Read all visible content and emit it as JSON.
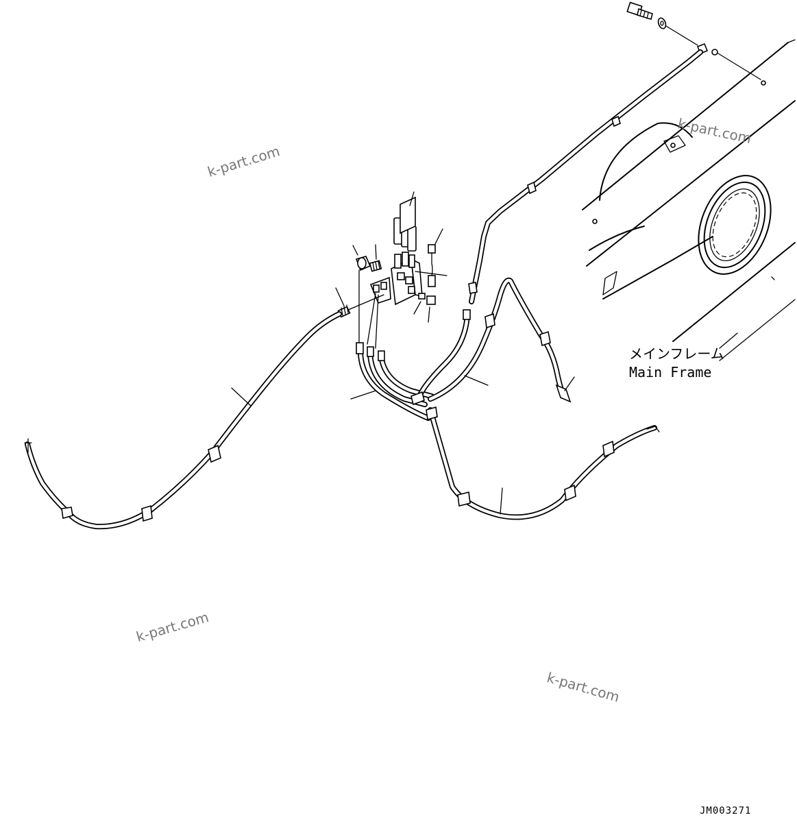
{
  "labels": {
    "main_frame_jp": "メインフレーム",
    "main_frame_en": "Main Frame"
  },
  "drawing_code": "JM003271",
  "watermarks": [
    "k-part.com",
    "k-part.com",
    "k-part.com",
    "k-part.com"
  ],
  "colors": {
    "line": "#000000",
    "watermark": "#777777",
    "background": "#ffffff"
  }
}
